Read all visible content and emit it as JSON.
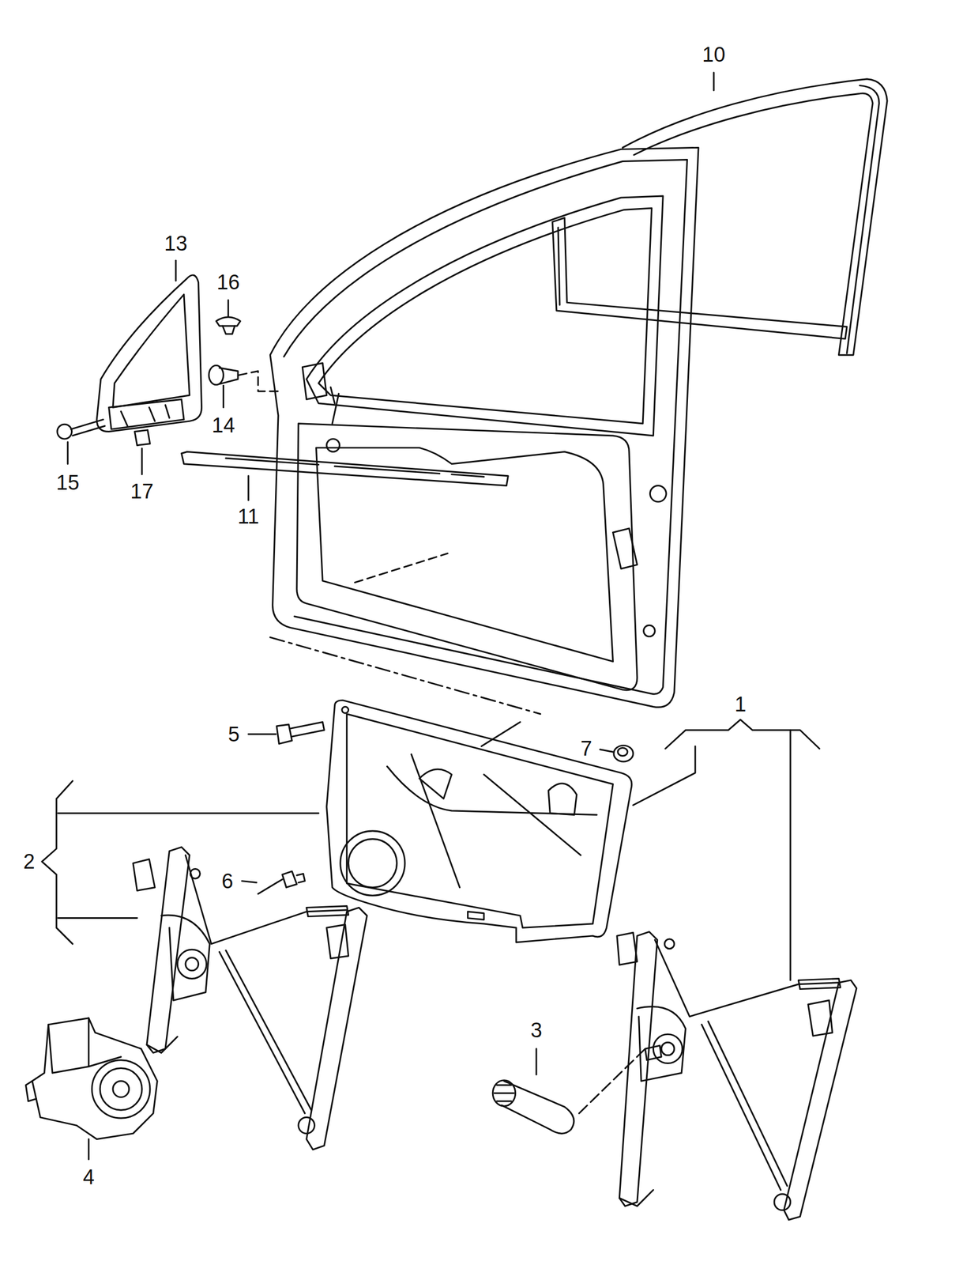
{
  "diagram": {
    "labels": [
      "10",
      "13",
      "16",
      "14",
      "15",
      "17",
      "11",
      "5",
      "7",
      "1",
      "2",
      "6",
      "3",
      "4"
    ]
  }
}
